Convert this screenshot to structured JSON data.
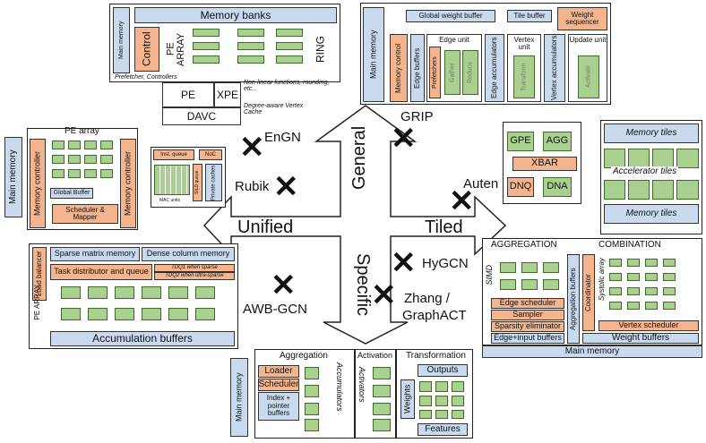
{
  "axes": {
    "general": "General",
    "specific": "Specific",
    "unified": "Unified",
    "tiled": "Tiled"
  },
  "crosses": {
    "engn": "EnGN",
    "rubik": "Rubik",
    "grip": "GRIP",
    "auten": "Auten",
    "awbgcn": "AWB-GCN",
    "hygcn": "HyGCN",
    "zhang": "Zhang /",
    "graphact": "GraphACT"
  },
  "engn_box": {
    "main_memory": "Main memory",
    "memory_banks": "Memory banks",
    "control": "Control",
    "pe_array": "PE ARRAY",
    "ring": "RING",
    "prefetcher": "Prefetcher, Controllers",
    "pe": "PE",
    "xpe": "XPE",
    "nonlinear": "Non-linear functions, rounding, etc...",
    "davc": "DAVC",
    "davc_note": "Degree-aware Vertex Cache"
  },
  "grip_box": {
    "main_memory": "Main memory",
    "global_weight_buffer": "Global weight buffer",
    "tile_buffer": "Tile buffer",
    "weight_sequencer": "Weight sequencer",
    "memory_control": "Memory control",
    "edge_buffers": "Edge buffers",
    "edge_unit": "Edge unit",
    "prefetchers": "Prefetchers",
    "gather": "Gather",
    "reduce": "Reduce",
    "edge_accumulators": "Edge accumulators",
    "vertex_unit": "Vertex unit",
    "transform": "Transform",
    "vertex_accumulators": "Vertex accumulators",
    "update_unit": "Update unit",
    "activate": "Activate"
  },
  "rubik_box": {
    "main_memory": "Main memory",
    "pe_array": "PE array",
    "memory_controller": "Memory controller",
    "global_buffer": "Global Buffer",
    "scheduler": "Scheduler & Mapper",
    "inst_queue": "Inst. queue",
    "noc": "NoC",
    "sild_queue": "SILD queue",
    "private_caches": "Private caches",
    "mac_units": "MAC units"
  },
  "auten_box": {
    "gpe": "GPE",
    "agg": "AGG",
    "xbar": "XBAR",
    "dnq": "DNQ",
    "dna": "DNA",
    "memory_tiles": "Memory tiles",
    "accelerator_tiles": "Accelerator tiles"
  },
  "awb_box": {
    "load_balancer": "Load balancer",
    "sparse_matrix_memory": "Sparse matrix memory",
    "dense_column_memory": "Dense column memory",
    "task_distributor": "Task distributor and queue",
    "tdq1": "TDQ1 when sparse",
    "tdq2": "TDQ2 when ultra-sparse",
    "pe_array": "PE ARRAY",
    "accumulation_buffers": "Accumulation buffers"
  },
  "hygcn_box": {
    "aggregation": "AGGREGATION",
    "combination": "COMBINATION",
    "simd": "SIMD",
    "edge_scheduler": "Edge scheduler",
    "sampler": "Sampler",
    "sparsity_eliminator": "Sparsity eliminator",
    "edge_input_buffers": "Edge+input buffers",
    "aggregation_buffers": "Aggregation buffers",
    "coordinator": "Coordinator",
    "systolic_array": "Systolic array",
    "vertex_scheduler": "Vertex scheduler",
    "weight_buffers": "Weight buffers",
    "main_memory": "Main memory"
  },
  "graphact_box": {
    "main_memory": "Main memory",
    "aggregation": "Aggregation",
    "activation": "Activation",
    "transformation": "Transformation",
    "loader": "Loader",
    "scheduler": "Scheduler",
    "index_pointer": "Index + pointer buffers",
    "accumulators": "Accumulators",
    "activators": "Activators",
    "outputs": "Outputs",
    "weights": "Weights",
    "features": "Features"
  }
}
